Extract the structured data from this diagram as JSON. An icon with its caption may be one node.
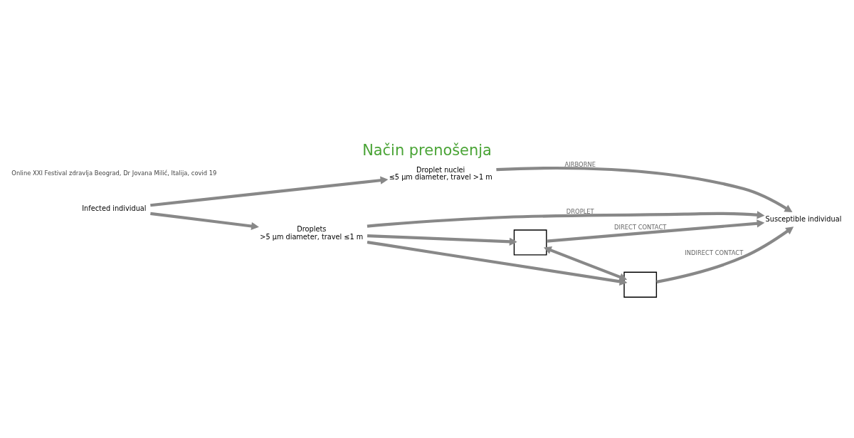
{
  "diagram": {
    "title": "Način prenošenja",
    "nodes": [
      {
        "text": [
          "Droplet nuclei",
          "≤5 μm diameter, travel >1 m"
        ]
      },
      {
        "text": [
          "Droplets",
          ">5 μm diameter, travel ≤1 m"
        ]
      },
      {
        "text": [
          "Infected individual"
        ]
      },
      {
        "text": [
          "Susceptible individual"
        ]
      },
      {
        "text": [],
        "shape": "box"
      },
      {
        "text": [],
        "shape": "box"
      }
    ],
    "edges": [
      {
        "from": 2,
        "to": 0,
        "arrow": "to"
      },
      {
        "from": 2,
        "to": 1,
        "arrow": "to"
      },
      {
        "from": 0,
        "to": 3,
        "arrow": "to",
        "label": "AIRBORNE"
      },
      {
        "from": 1,
        "to": 3,
        "arrow": "to",
        "label": "DROPLET"
      },
      {
        "from": 1,
        "to": 4,
        "arrow": "to"
      },
      {
        "from": 1,
        "to": 5,
        "arrow": "to"
      },
      {
        "from": 4,
        "to": 5,
        "arrow": "both"
      },
      {
        "from": 4,
        "to": 3,
        "arrow": "to",
        "label": "DIRECT CONTACT"
      },
      {
        "from": 5,
        "to": 3,
        "arrow": "to",
        "label": "INDIRECT CONTACT"
      }
    ],
    "labels": [
      "Online XXI Festival zdravlja Beograd, Dr Jovana Milić, Italija, covid 19"
    ]
  }
}
